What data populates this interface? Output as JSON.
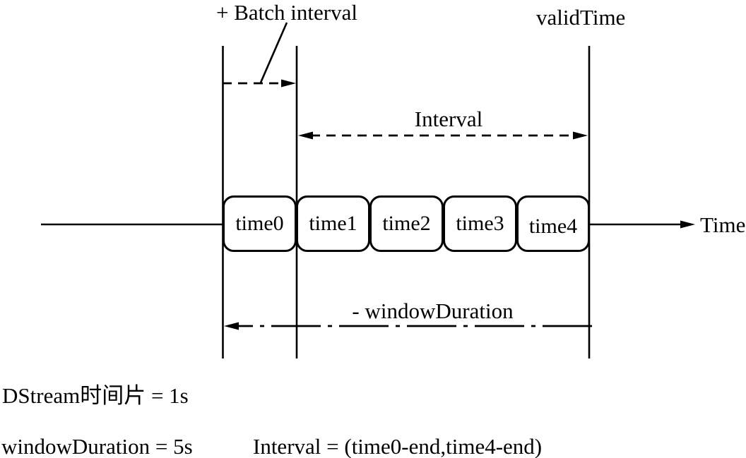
{
  "colors": {
    "ink": "#000000",
    "background": "#ffffff"
  },
  "labels": {
    "batch_interval": "+ Batch interval",
    "valid_time": "validTime",
    "interval": "Interval",
    "window_duration": "- windowDuration",
    "time_axis": "Time"
  },
  "timeline": {
    "slices": [
      "time0",
      "time1",
      "time2",
      "time3",
      "time4"
    ]
  },
  "notes": {
    "dstream_slice": "DStream时间片 = 1s",
    "window_duration_value": "windowDuration = 5s",
    "interval_definition": "Interval = (time0-end,time4-end)"
  }
}
